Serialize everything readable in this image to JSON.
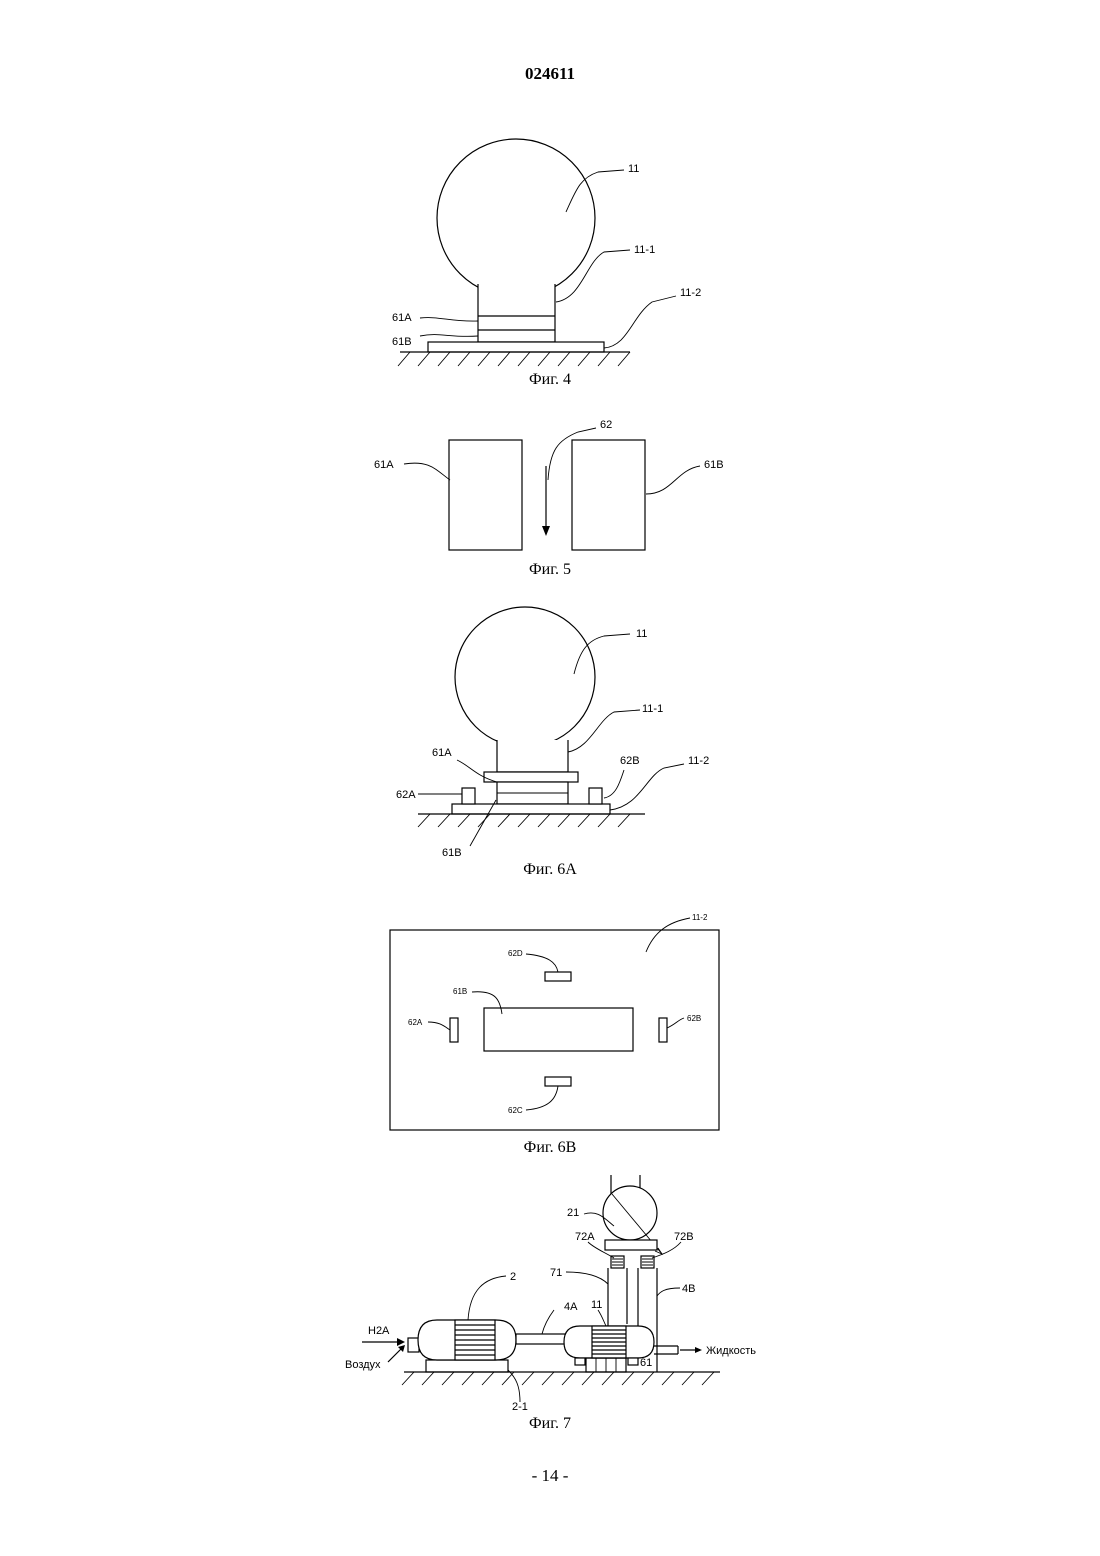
{
  "header": {
    "doc_number": "024611"
  },
  "footer": {
    "page_number": "- 14 -"
  },
  "fig4": {
    "caption": "Фиг. 4",
    "labels": {
      "sphere": "11",
      "neck": "11-1",
      "base": "11-2",
      "layer_a": "61A",
      "layer_b": "61B"
    }
  },
  "fig5": {
    "caption": "Фиг. 5",
    "labels": {
      "block_a": "61A",
      "arrow": "62",
      "block_b": "61B"
    }
  },
  "fig6a": {
    "caption": "Фиг. 6A",
    "labels": {
      "sphere": "11",
      "neck": "11-1",
      "layer_a": "61A",
      "stop_b": "62B",
      "base": "11-2",
      "stop_a": "62A",
      "layer_b": "61B"
    }
  },
  "fig6b": {
    "caption": "Фиг. 6B",
    "labels": {
      "plate": "11-2",
      "stop_d": "62D",
      "block": "61B",
      "stop_a": "62A",
      "stop_b": "62B",
      "stop_c": "62C"
    }
  },
  "fig7": {
    "caption": "Фиг. 7",
    "labels": {
      "valve": "21",
      "flange_a": "72A",
      "flange_b": "72B",
      "pipe": "71",
      "motor": "2",
      "pipe_4b": "4B",
      "shaft": "4A",
      "pump": "11",
      "h2a": "H2A",
      "air": "Воздух",
      "liquid": "Жидкость",
      "mount": "61",
      "motor_base": "2-1"
    }
  }
}
